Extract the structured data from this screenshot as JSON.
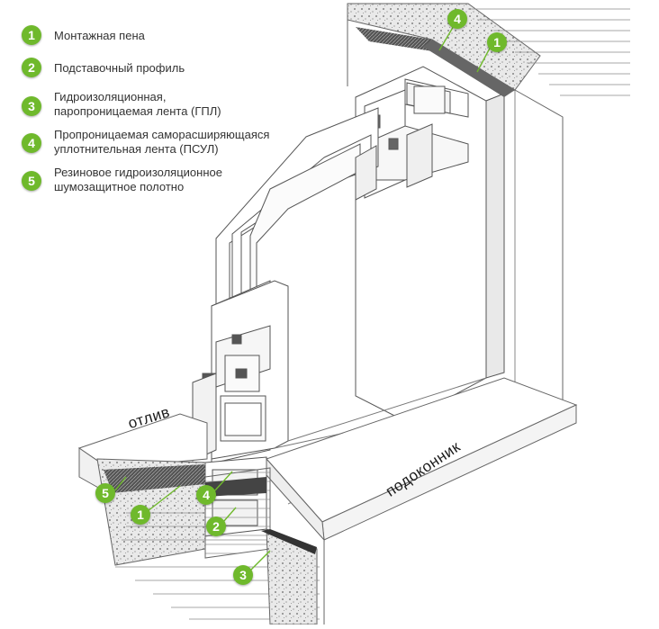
{
  "accent_color": "#6fb92c",
  "legend": [
    {
      "num": "1",
      "lines": [
        "Монтажная пена"
      ]
    },
    {
      "num": "2",
      "lines": [
        "Подставочный профиль"
      ]
    },
    {
      "num": "3",
      "lines": [
        "Гидроизоляционная,",
        "паропроницаемая лента (ГПЛ)"
      ]
    },
    {
      "num": "4",
      "lines": [
        "Пропроницаемая саморасширяющаяся",
        "уплотнительная лента (ПСУЛ)"
      ]
    },
    {
      "num": "5",
      "lines": [
        "Резиновое гидроизоляционное",
        "шумозащитное  полотно"
      ]
    }
  ],
  "diagram_labels": {
    "drip": "отлив",
    "sill": "подоконник"
  },
  "callouts": {
    "top_4": "4",
    "top_1": "1",
    "bottom_5": "5",
    "bottom_1": "1",
    "bottom_4": "4",
    "bottom_2": "2",
    "bottom_3": "3"
  }
}
